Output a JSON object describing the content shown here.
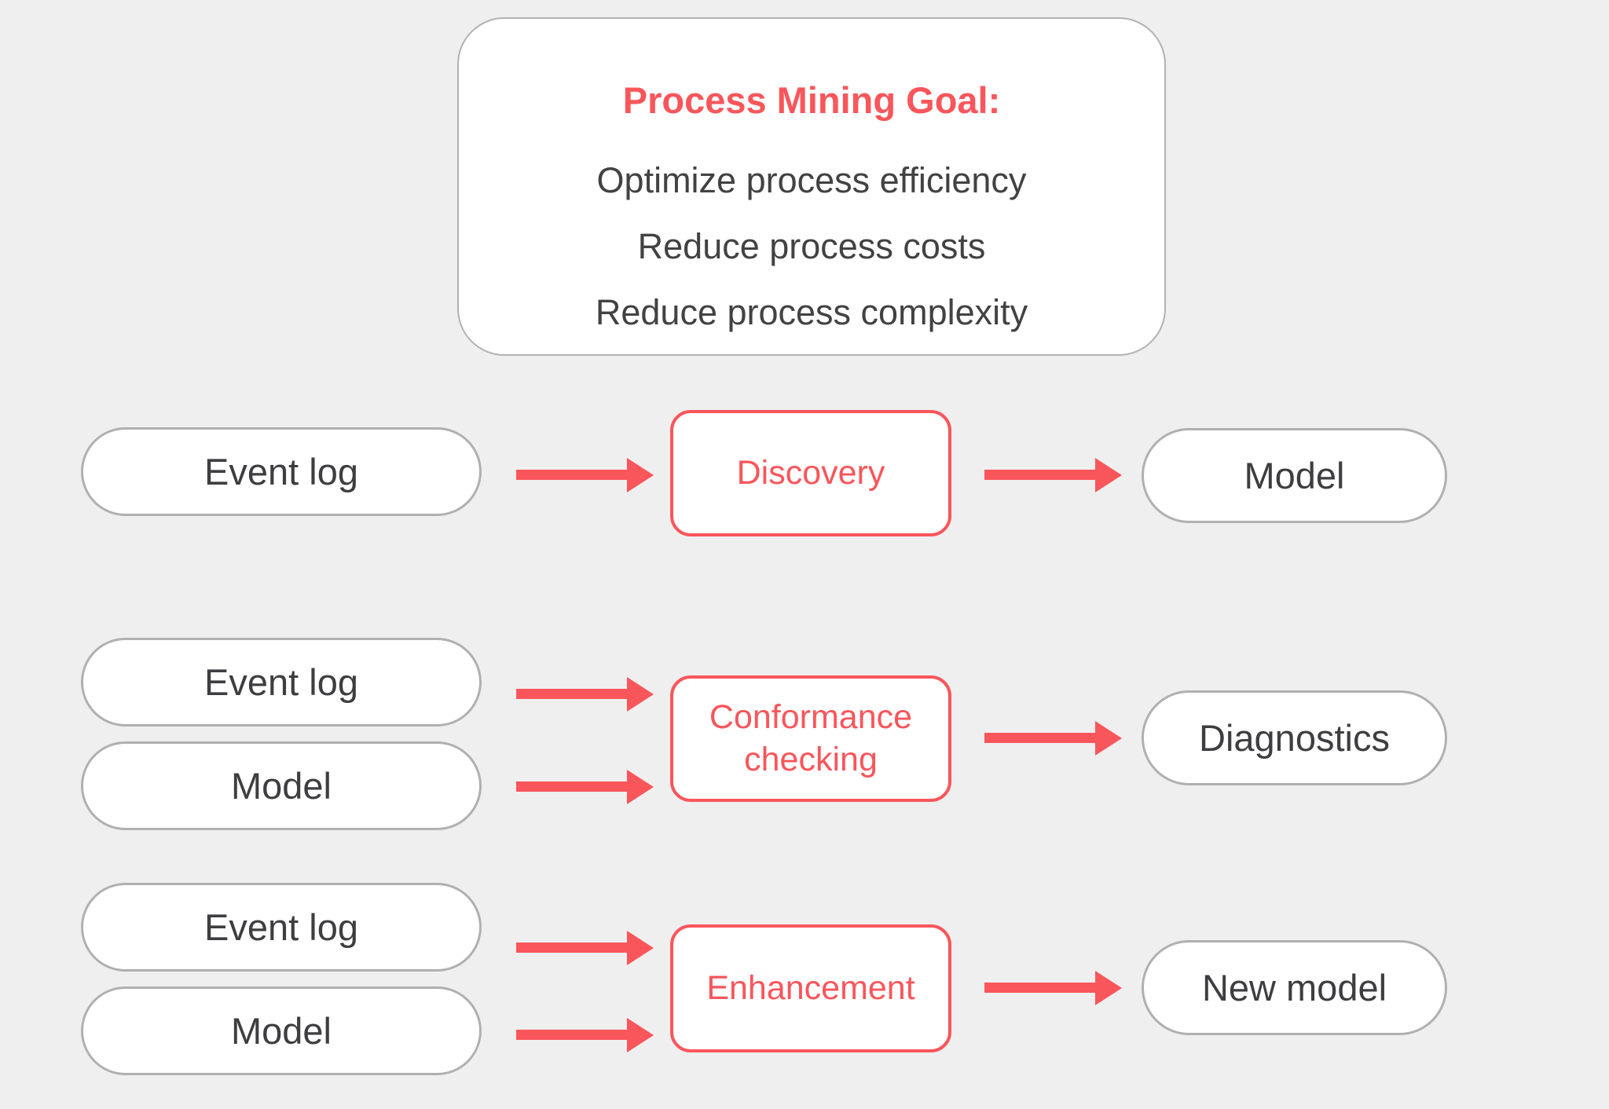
{
  "page": {
    "background_color": "#efefef"
  },
  "colors": {
    "accent_red": "#f9565c",
    "pill_border_gray": "#b0b0b0",
    "text_dark": "#3e3e41"
  },
  "goal_box": {
    "title": "Process Mining Goal:",
    "items": [
      "Optimize process efficiency",
      "Reduce process costs",
      "Reduce process complexity"
    ]
  },
  "rows": [
    {
      "inputs": [
        "Event log"
      ],
      "process": "Discovery",
      "output": "Model"
    },
    {
      "inputs": [
        "Event log",
        "Model"
      ],
      "process": "Conformance checking",
      "output": "Diagnostics"
    },
    {
      "inputs": [
        "Event log",
        "Model"
      ],
      "process": "Enhancement",
      "output": "New model"
    }
  ]
}
